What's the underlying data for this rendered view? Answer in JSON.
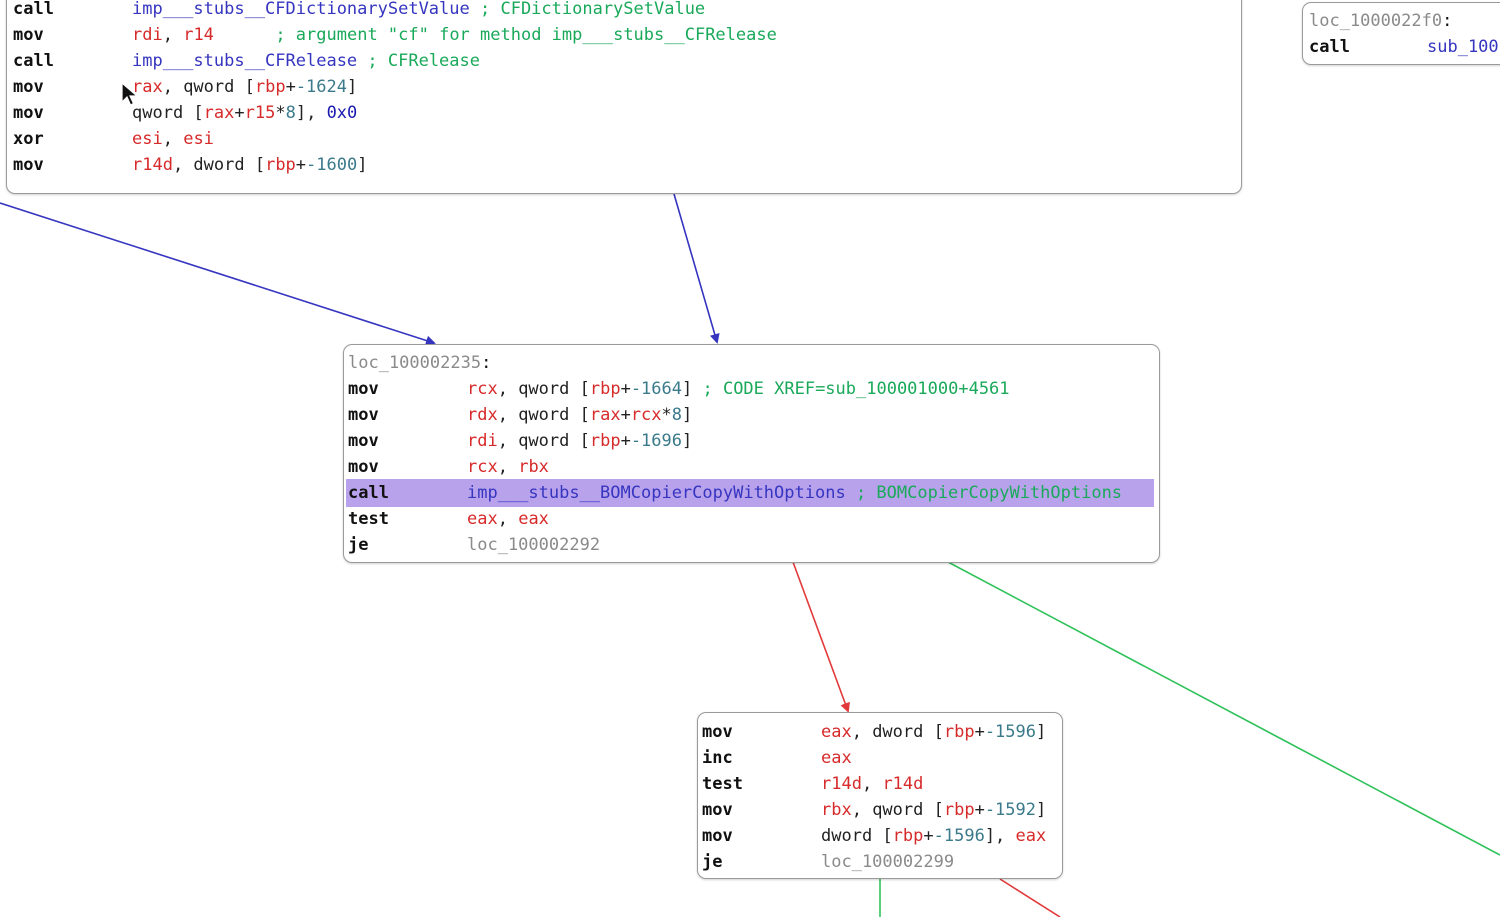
{
  "colors": {
    "mnemonic": "#111111",
    "register": "#d72a2a",
    "text": "#222222",
    "number": "#3a7a8a",
    "hex": "#1a1ab0",
    "symbol": "#3535c0",
    "comment": "#1aa95a",
    "label": "#8a8a8a",
    "highlight": "#b9a2ec",
    "edge_blue": "#3535c0",
    "edge_red": "#e23a3a",
    "edge_green": "#2fc25a"
  },
  "blocks": [
    {
      "name": "top-block",
      "lines": [
        {
          "mn": "call",
          "ops": [
            [
              "sym",
              "imp___stubs__CFDictionarySetValue"
            ],
            [
              "cmt",
              " ; CFDictionarySetValue"
            ]
          ]
        },
        {
          "mn": "mov",
          "ops": [
            [
              "reg",
              "rdi"
            ],
            [
              "txt",
              ", "
            ],
            [
              "reg",
              "r14"
            ],
            [
              "cmt",
              "      ; argument \"cf\" for method imp___stubs__CFRelease"
            ]
          ]
        },
        {
          "mn": "call",
          "ops": [
            [
              "sym",
              "imp___stubs__CFRelease"
            ],
            [
              "cmt",
              " ; CFRelease"
            ]
          ]
        },
        {
          "mn": "mov",
          "ops": [
            [
              "reg",
              "rax"
            ],
            [
              "txt",
              ", qword ["
            ],
            [
              "reg",
              "rbp"
            ],
            [
              "txt",
              "+"
            ],
            [
              "num",
              "-1624"
            ],
            [
              "txt",
              "]"
            ]
          ]
        },
        {
          "mn": "mov",
          "ops": [
            [
              "txt",
              "qword ["
            ],
            [
              "reg",
              "rax"
            ],
            [
              "txt",
              "+"
            ],
            [
              "reg",
              "r15"
            ],
            [
              "txt",
              "*"
            ],
            [
              "num",
              "8"
            ],
            [
              "txt",
              "], "
            ],
            [
              "hex",
              "0x0"
            ]
          ]
        },
        {
          "mn": "xor",
          "ops": [
            [
              "reg",
              "esi"
            ],
            [
              "txt",
              ", "
            ],
            [
              "reg",
              "esi"
            ]
          ]
        },
        {
          "mn": "mov",
          "ops": [
            [
              "reg",
              "r14d"
            ],
            [
              "txt",
              ", dword ["
            ],
            [
              "reg",
              "rbp"
            ],
            [
              "txt",
              "+"
            ],
            [
              "num",
              "-1600"
            ],
            [
              "txt",
              "]"
            ]
          ]
        }
      ]
    },
    {
      "name": "block-loc-1000022f0",
      "label": "loc_1000022f0",
      "lines": [
        {
          "mn": "call",
          "ops": [
            [
              "sym",
              "sub_100"
            ]
          ]
        }
      ]
    },
    {
      "name": "block-loc-100002235",
      "label": "loc_100002235",
      "lines": [
        {
          "mn": "mov",
          "ops": [
            [
              "reg",
              "rcx"
            ],
            [
              "txt",
              ", qword ["
            ],
            [
              "reg",
              "rbp"
            ],
            [
              "txt",
              "+"
            ],
            [
              "num",
              "-1664"
            ],
            [
              "txt",
              "]"
            ],
            [
              "cmt",
              " ; CODE XREF=sub_100001000+4561"
            ]
          ]
        },
        {
          "mn": "mov",
          "ops": [
            [
              "reg",
              "rdx"
            ],
            [
              "txt",
              ", qword ["
            ],
            [
              "reg",
              "rax"
            ],
            [
              "txt",
              "+"
            ],
            [
              "reg",
              "rcx"
            ],
            [
              "txt",
              "*"
            ],
            [
              "num",
              "8"
            ],
            [
              "txt",
              "]"
            ]
          ]
        },
        {
          "mn": "mov",
          "ops": [
            [
              "reg",
              "rdi"
            ],
            [
              "txt",
              ", qword ["
            ],
            [
              "reg",
              "rbp"
            ],
            [
              "txt",
              "+"
            ],
            [
              "num",
              "-1696"
            ],
            [
              "txt",
              "]"
            ]
          ]
        },
        {
          "mn": "mov",
          "ops": [
            [
              "reg",
              "rcx"
            ],
            [
              "txt",
              ", "
            ],
            [
              "reg",
              "rbx"
            ]
          ]
        },
        {
          "mn": "call",
          "selected": true,
          "ops": [
            [
              "sym",
              "imp___stubs__BOMCopierCopyWithOptions"
            ],
            [
              "cmt",
              " ; BOMCopierCopyWithOptions"
            ]
          ]
        },
        {
          "mn": "test",
          "ops": [
            [
              "reg",
              "eax"
            ],
            [
              "txt",
              ", "
            ],
            [
              "reg",
              "eax"
            ]
          ]
        },
        {
          "mn": "je",
          "ops": [
            [
              "lbl",
              "loc_100002292"
            ]
          ]
        }
      ]
    },
    {
      "name": "bottom-block",
      "lines": [
        {
          "mn": "mov",
          "ops": [
            [
              "reg",
              "eax"
            ],
            [
              "txt",
              ", dword ["
            ],
            [
              "reg",
              "rbp"
            ],
            [
              "txt",
              "+"
            ],
            [
              "num",
              "-1596"
            ],
            [
              "txt",
              "]"
            ]
          ]
        },
        {
          "mn": "inc",
          "ops": [
            [
              "reg",
              "eax"
            ]
          ]
        },
        {
          "mn": "test",
          "ops": [
            [
              "reg",
              "r14d"
            ],
            [
              "txt",
              ", "
            ],
            [
              "reg",
              "r14d"
            ]
          ]
        },
        {
          "mn": "mov",
          "ops": [
            [
              "reg",
              "rbx"
            ],
            [
              "txt",
              ", qword ["
            ],
            [
              "reg",
              "rbp"
            ],
            [
              "txt",
              "+"
            ],
            [
              "num",
              "-1592"
            ],
            [
              "txt",
              "]"
            ]
          ]
        },
        {
          "mn": "mov",
          "ops": [
            [
              "txt",
              "dword ["
            ],
            [
              "reg",
              "rbp"
            ],
            [
              "txt",
              "+"
            ],
            [
              "num",
              "-1596"
            ],
            [
              "txt",
              "], "
            ],
            [
              "reg",
              "eax"
            ]
          ]
        },
        {
          "mn": "je",
          "ops": [
            [
              "lbl",
              "loc_100002299"
            ]
          ]
        }
      ]
    }
  ]
}
